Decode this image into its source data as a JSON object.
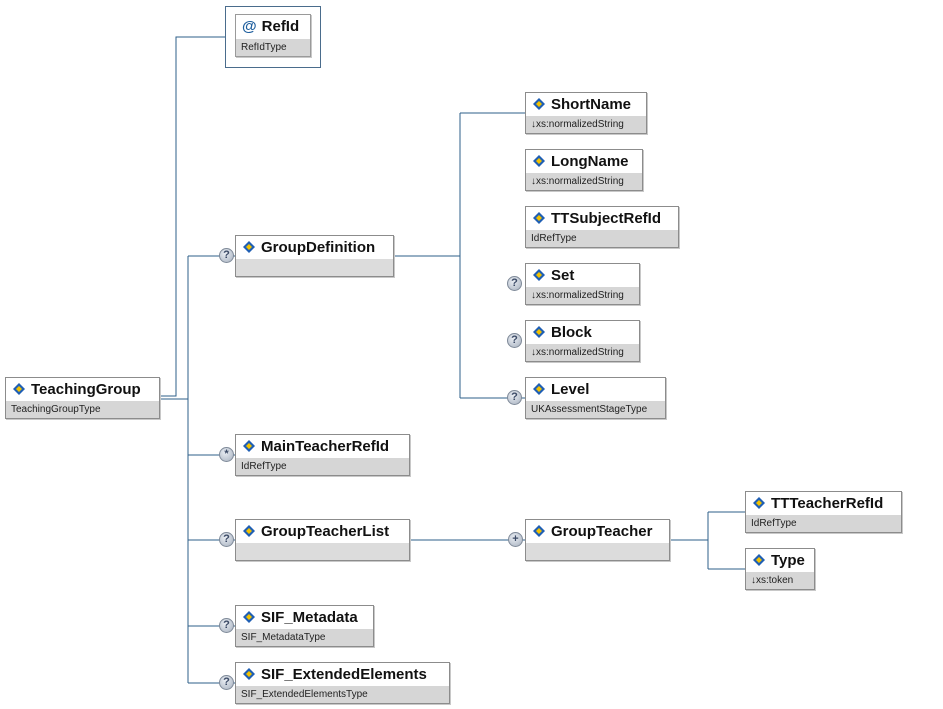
{
  "nodes": {
    "teaching_group": {
      "name": "TeachingGroup",
      "type": "TeachingGroupType"
    },
    "refid": {
      "name": "RefId",
      "type": "RefIdType"
    },
    "group_definition": {
      "name": "GroupDefinition",
      "type": ""
    },
    "short_name": {
      "name": "ShortName",
      "type": "↓xs:normalizedString"
    },
    "long_name": {
      "name": "LongName",
      "type": "↓xs:normalizedString"
    },
    "tt_subject_refid": {
      "name": "TTSubjectRefId",
      "type": "IdRefType"
    },
    "set": {
      "name": "Set",
      "type": "↓xs:normalizedString"
    },
    "block": {
      "name": "Block",
      "type": "↓xs:normalizedString"
    },
    "level": {
      "name": "Level",
      "type": "UKAssessmentStageType"
    },
    "main_teacher_refid": {
      "name": "MainTeacherRefId",
      "type": "IdRefType"
    },
    "group_teacher_list": {
      "name": "GroupTeacherList",
      "type": ""
    },
    "group_teacher": {
      "name": "GroupTeacher",
      "type": ""
    },
    "tt_teacher_refid": {
      "name": "TTTeacherRefId",
      "type": "IdRefType"
    },
    "type": {
      "name": "Type",
      "type": "↓xs:token"
    },
    "sif_metadata": {
      "name": "SIF_Metadata",
      "type": "SIF_MetadataType"
    },
    "sif_extended_elements": {
      "name": "SIF_ExtendedElements",
      "type": "SIF_ExtendedElementsType"
    }
  },
  "badges": {
    "optional": "?",
    "zero_or_more": "*",
    "one_or_more": "+",
    "attribute": "@"
  },
  "colors": {
    "connector": "#2e5f8a",
    "icon_blue": "#1f5fb4",
    "icon_yellow": "#f2c200",
    "type_band": "#d6d6d6"
  }
}
